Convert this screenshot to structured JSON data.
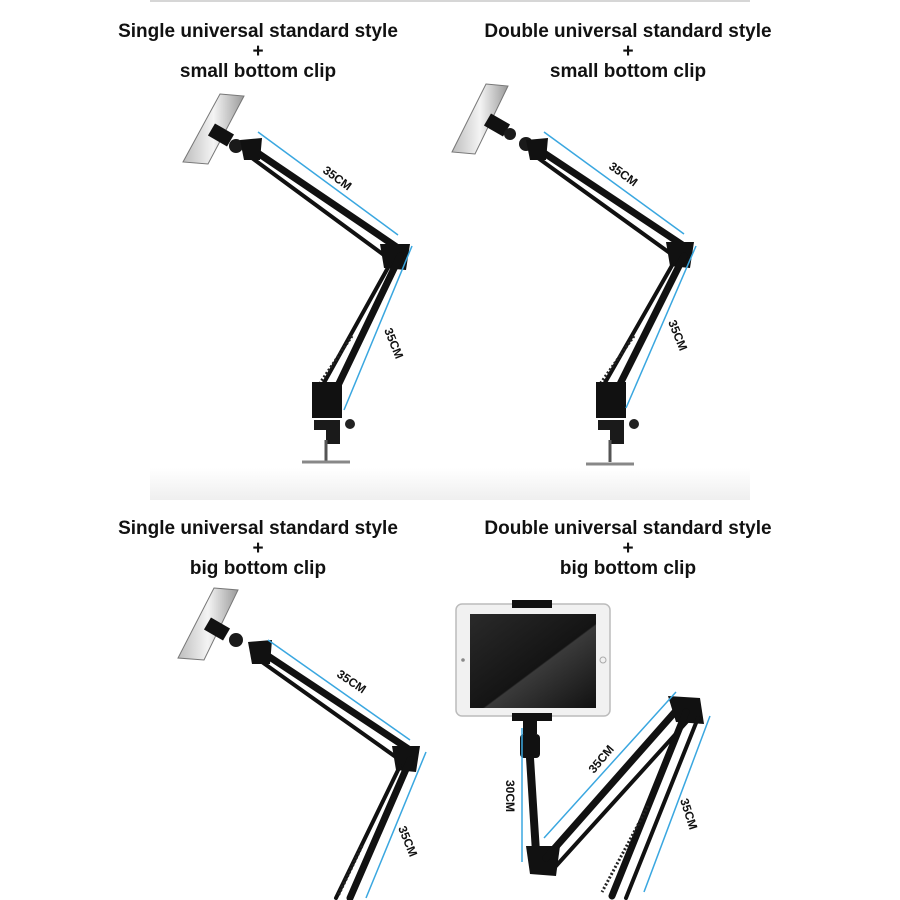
{
  "panels": [
    {
      "title_line1": "Single universal standard style",
      "title_line2": "+",
      "title_line3": "small bottom clip",
      "dimension_a": "35CM",
      "dimension_b": "35CM"
    },
    {
      "title_line1": "Double universal standard style",
      "title_line2": "+",
      "title_line3": "small bottom clip",
      "dimension_a": "35CM",
      "dimension_b": "35CM"
    },
    {
      "title_line1": "Single universal standard style",
      "title_line2": "+",
      "title_line3": "big bottom clip",
      "dimension_a": "35CM",
      "dimension_b": "35CM"
    },
    {
      "title_line1": "Double universal standard style",
      "title_line2": "+",
      "title_line3": "big bottom clip",
      "dimension_a": "35CM",
      "dimension_b": "35CM",
      "dimension_c": "30CM"
    }
  ],
  "colors": {
    "arm": "#111111",
    "dimension_line": "#3aa7e0",
    "tablet_frame": "#f1f1f1",
    "screen": "#1a1a1a"
  }
}
